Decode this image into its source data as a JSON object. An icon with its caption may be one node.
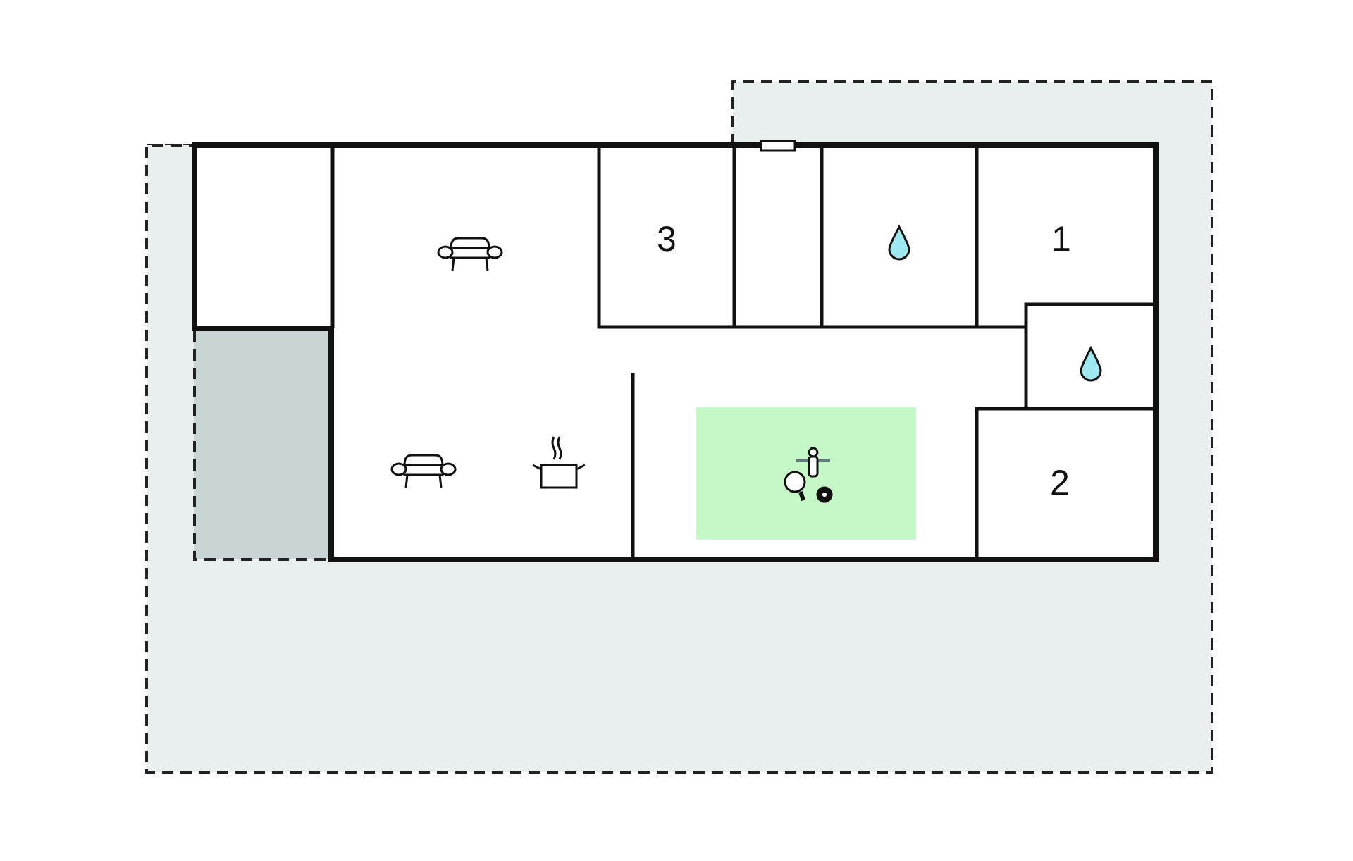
{
  "diagram": {
    "labels": [
      "3",
      "1",
      "2"
    ]
  }
}
